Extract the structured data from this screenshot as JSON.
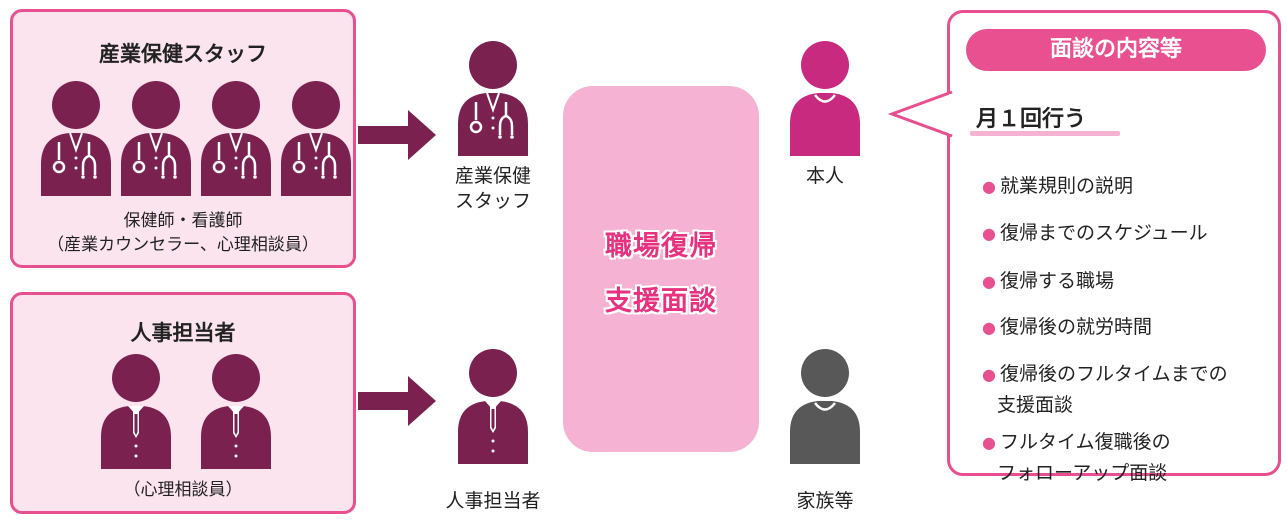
{
  "staff_panel": {
    "title": "産業保健スタッフ",
    "line1": "保健師・看護師",
    "line2": "（産業カウンセラー、心理相談員）"
  },
  "hr_panel": {
    "title": "人事担当者",
    "caption": "（心理相談員）"
  },
  "staff_label": {
    "line1": "産業保健",
    "line2": "スタッフ"
  },
  "hr_label": "人事担当者",
  "center_box": {
    "line1": "職場復帰",
    "line2": "支援面談"
  },
  "person_label": "本人",
  "family_label": "家族等",
  "info": {
    "header": "面談の内容等",
    "subhead": "月１回行う",
    "bullets": [
      [
        "就業規則の説明"
      ],
      [
        "復帰までのスケジュール"
      ],
      [
        "復帰する職場"
      ],
      [
        "復帰後の就労時間"
      ],
      [
        "復帰後のフルタイムまでの",
        "支援面談"
      ],
      [
        "フルタイム復職後の",
        "フォローアップ面談"
      ]
    ]
  },
  "colors": {
    "pink_accent": "#e74f8f",
    "panel_fill": "#fbe4ee",
    "center_fill": "#f5b2d2",
    "figure_plum": "#7a2150",
    "figure_magenta": "#c72a7e",
    "figure_gray": "#585858"
  }
}
